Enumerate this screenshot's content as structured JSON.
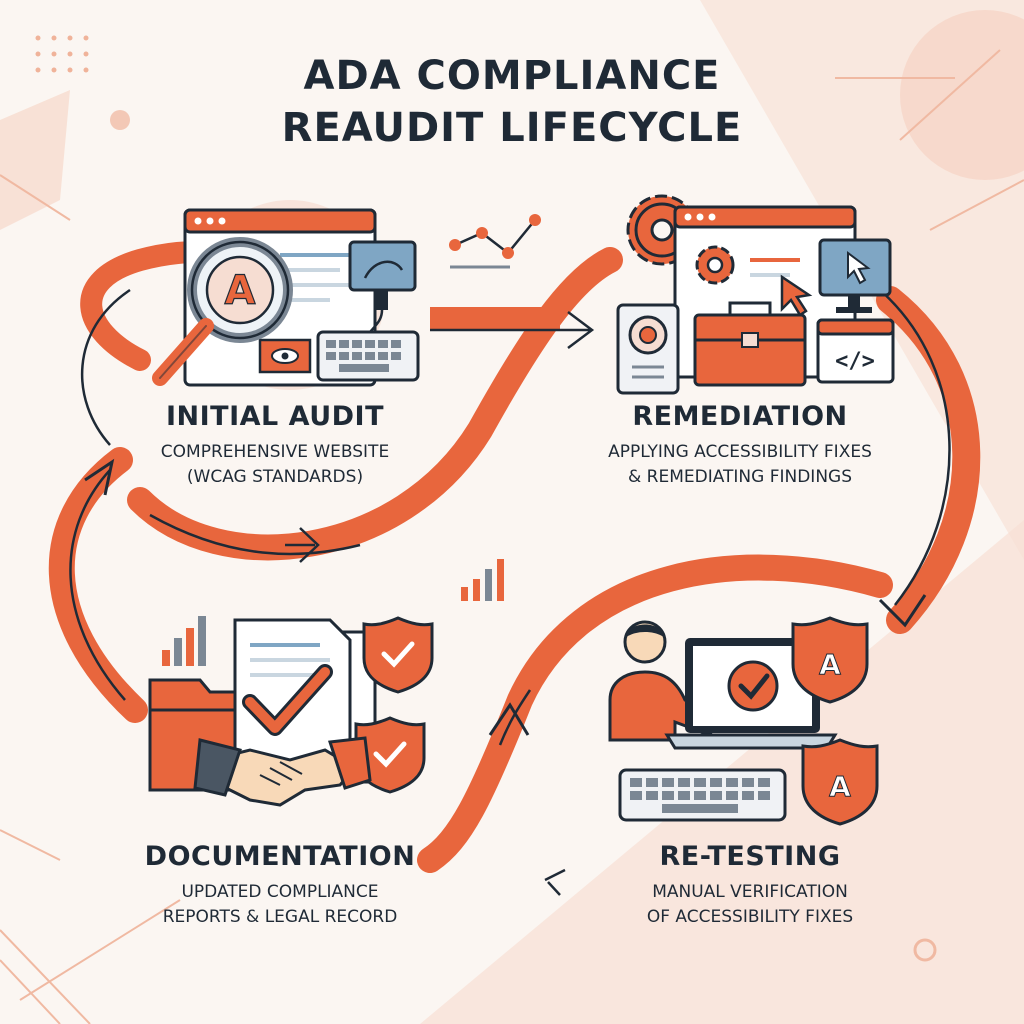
{
  "title": {
    "line1": "ADA COMPLIANCE",
    "line2": "REAUDIT LIFECYCLE"
  },
  "stages": [
    {
      "id": "initial-audit",
      "title": "INITIAL AUDIT",
      "desc_line1": "COMPREHENSIVE WEBSITE",
      "desc_line2": "(WCAG STANDARDS)",
      "icon_letter": "A"
    },
    {
      "id": "remediation",
      "title": "REMEDIATION",
      "desc_line1": "APPLYING ACCESSIBILITY FIXES",
      "desc_line2": "& REMEDIATING FINDINGS",
      "code_glyph": "</>"
    },
    {
      "id": "documentation",
      "title": "DOCUMENTATION",
      "desc_line1": "UPDATED COMPLIANCE",
      "desc_line2": "REPORTS & LEGAL RECORD"
    },
    {
      "id": "re-testing",
      "title": "RE-TESTING",
      "desc_line1": "MANUAL VERIFICATION",
      "desc_line2": "OF ACCESSIBILITY FIXES",
      "shield_letter": "A"
    }
  ],
  "colors": {
    "accent": "#e8663d",
    "dark": "#1f2a36",
    "light_panel": "#f6ddd2",
    "background": "#fbf6f2",
    "blue": "#7fa6c4"
  },
  "icons": [
    "magnifier-icon",
    "browser-window-icon",
    "monitor-icon",
    "keyboard-icon",
    "eye-icon",
    "gear-icon",
    "cursor-icon",
    "toolbox-icon",
    "code-icon",
    "speaker-icon",
    "folder-icon",
    "document-icon",
    "checkmark-icon",
    "shield-check-icon",
    "handshake-icon",
    "bar-chart-icon",
    "person-icon",
    "laptop-icon",
    "shield-a-icon",
    "line-chart-icon"
  ]
}
